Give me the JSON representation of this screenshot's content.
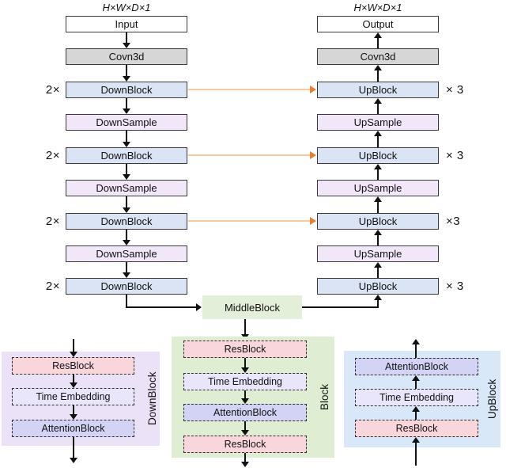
{
  "figure": {
    "left": {
      "header": "H×W×D×1",
      "nodes": [
        "Input",
        "Covn3d",
        "DownBlock",
        "DownSample",
        "DownBlock",
        "DownSample",
        "DownBlock",
        "DownSample",
        "DownBlock"
      ],
      "multipliers": [
        "2×",
        "2×",
        "2×",
        "2×"
      ]
    },
    "right": {
      "header": "H×W×D×1",
      "nodes": [
        "Output",
        "Covn3d",
        "UpBlock",
        "UpSample",
        "UpBlock",
        "UpSample",
        "UpBlock",
        "UpSample",
        "UpBlock"
      ],
      "multipliers": [
        "× 3",
        "× 3",
        "×3",
        "× 3"
      ]
    },
    "middle_block": "MiddleBlock",
    "panels": {
      "down": {
        "title": "DownBlock",
        "items": [
          "ResBlock",
          "Time Embedding",
          "AttentionBlock"
        ]
      },
      "middle": {
        "title": "Block",
        "items": [
          "ResBlock",
          "Time Embedding",
          "AttentionBlock",
          "ResBlock"
        ]
      },
      "up": {
        "title": "UpBlock",
        "items": [
          "AttentionBlock",
          "Time Embedding",
          "ResBlock"
        ]
      }
    }
  },
  "colors": {
    "node-border": "#3a3a3a",
    "io-fill": "#ffffff",
    "conv-fill": "#d6d6d6",
    "block-fill": "#dbe4f4",
    "sample-fill": "#f2e7f9",
    "middle-fill": "#e3efd9",
    "panel-down-bg": "#ece2f7",
    "panel-middle-bg": "#dfeed2",
    "panel-up-bg": "#d9e8f8",
    "res-fill": "#f8d6dc",
    "time-fill": "#e9e6fb",
    "attn-fill": "#d2d3f5",
    "skip-line": "#f8c9a0",
    "skip-head": "#ed7d31",
    "arrow": "#111111"
  }
}
